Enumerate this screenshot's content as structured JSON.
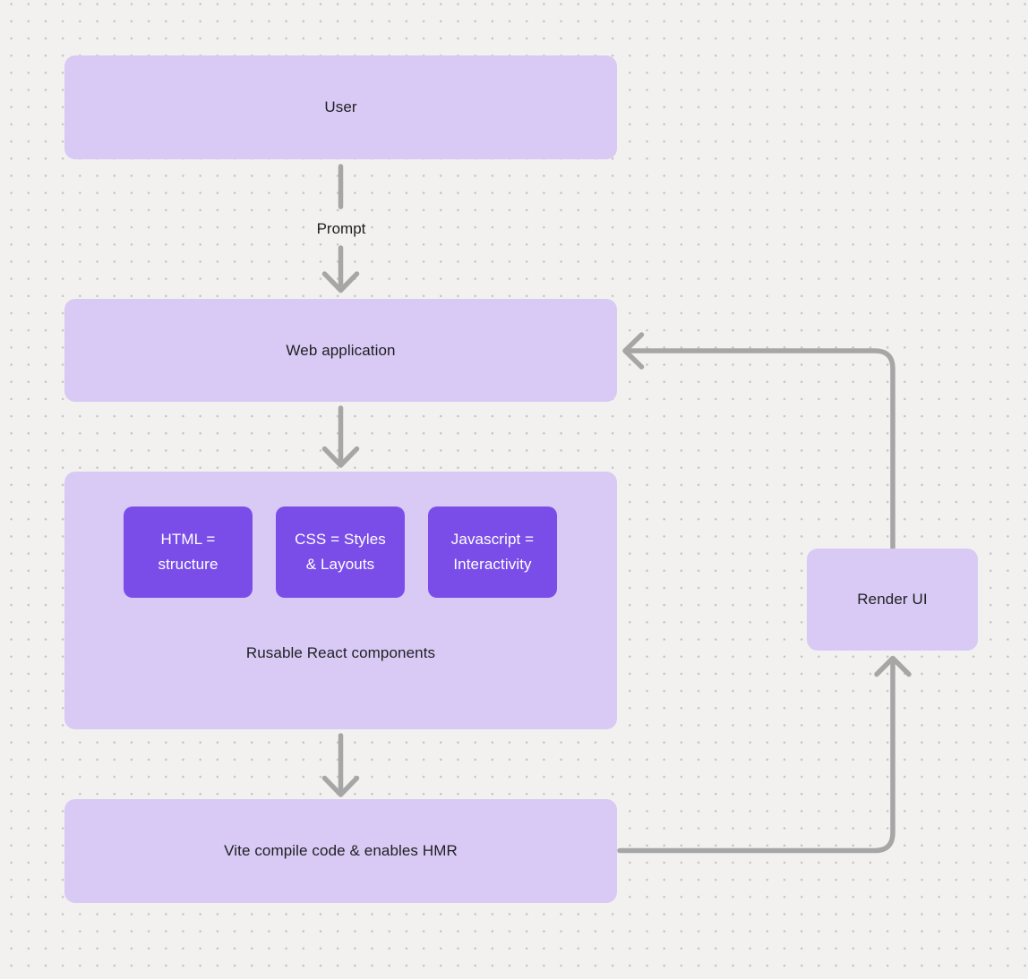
{
  "colors": {
    "background": "#f2f1ef",
    "dot_color": "#c6c4c1",
    "node_fill": "#d8caf5",
    "accent_fill": "#7b4de8",
    "arrow": "#a6a6a6",
    "text": "#1f1f21",
    "text_on_accent": "#ffffff"
  },
  "nodes": {
    "user": {
      "label": "User"
    },
    "web_application": {
      "label": "Web application"
    },
    "components_group": {
      "label": "Rusable React components"
    },
    "component_boxes": [
      {
        "line1": "HTML =",
        "line2": "structure"
      },
      {
        "line1": "CSS = Styles",
        "line2": "& Layouts"
      },
      {
        "line1": "Javascript =",
        "line2": "Interactivity"
      }
    ],
    "vite": {
      "label": "Vite compile code & enables HMR"
    },
    "render_ui": {
      "label": "Render UI"
    }
  },
  "edges": {
    "prompt_label": "Prompt",
    "flow": [
      {
        "from": "user",
        "to": "web_application",
        "label": "Prompt"
      },
      {
        "from": "web_application",
        "to": "components_group",
        "label": ""
      },
      {
        "from": "components_group",
        "to": "vite",
        "label": ""
      },
      {
        "from": "vite",
        "to": "render_ui",
        "label": ""
      },
      {
        "from": "render_ui",
        "to": "web_application",
        "label": ""
      }
    ]
  }
}
